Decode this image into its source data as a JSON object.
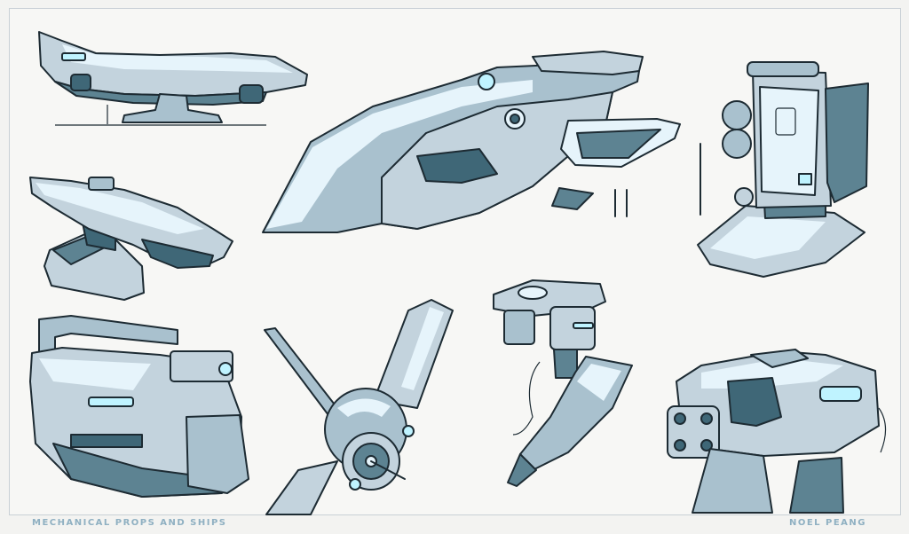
{
  "sheet": {
    "title": "Mechanical props and ships",
    "artist": "Noel Peang"
  },
  "colors": {
    "paper": "#f7f7f5",
    "light_panel": "#c3d3dd",
    "highlight": "#e6f4fb",
    "shadow": "#5d8392",
    "dark_shadow": "#3f6777",
    "glow": "#bff3ff",
    "ink": "#1d2b33"
  },
  "sketches": [
    {
      "name": "hover-ship-side-view"
    },
    {
      "name": "hover-ship-three-quarter"
    },
    {
      "name": "docking-pod-with-landing-pad"
    },
    {
      "name": "long-rifle-on-stand"
    },
    {
      "name": "handheld-device-carry-handle"
    },
    {
      "name": "rotor-drone-propeller"
    },
    {
      "name": "articulated-robot-arm"
    },
    {
      "name": "blaster-pistol-front-view"
    }
  ]
}
